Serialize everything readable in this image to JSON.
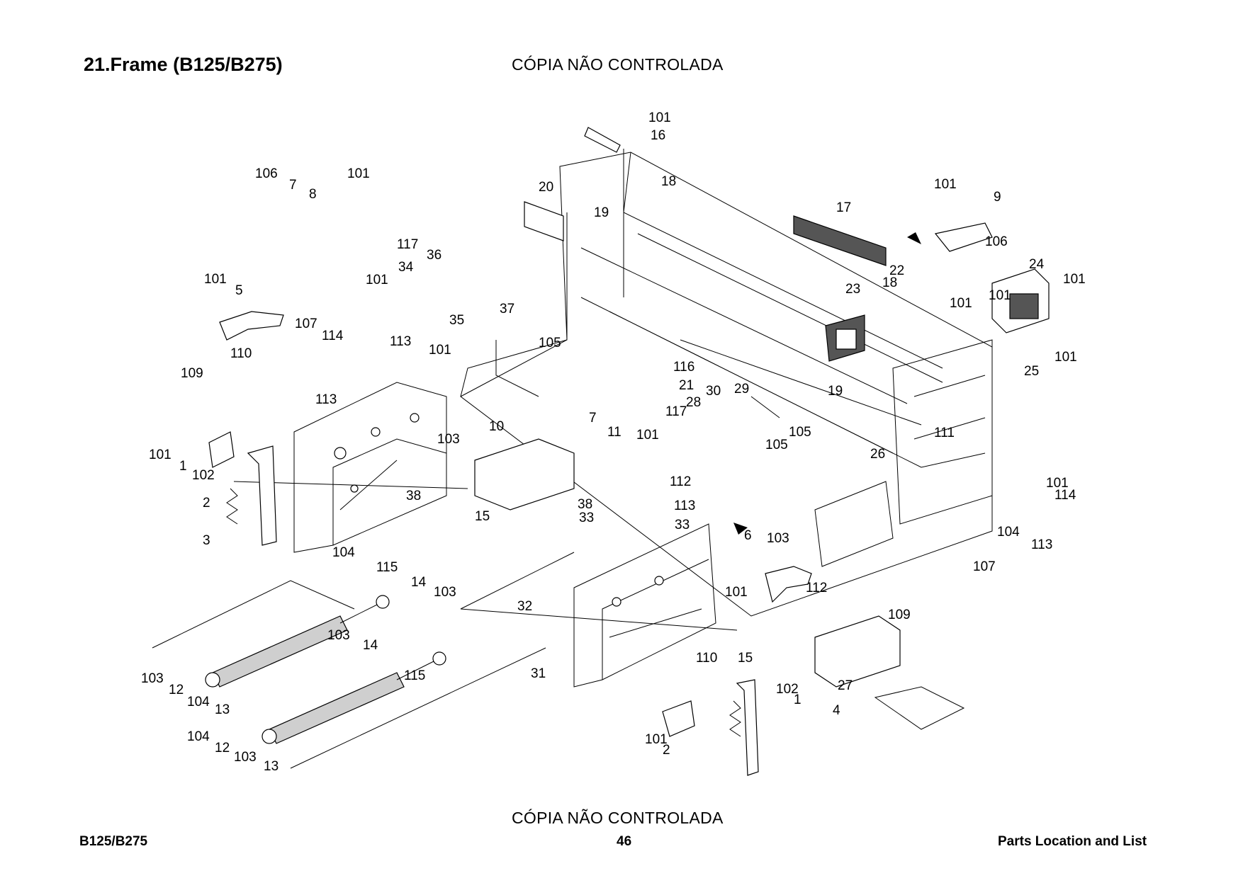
{
  "header": {
    "title": "21.Frame (B125/B275)",
    "watermark_top": "CÓPIA NÃO CONTROLADA"
  },
  "footer": {
    "watermark_bottom": "CÓPIA NÃO CONTROLADA",
    "model": "B125/B275",
    "page_number": "46",
    "section": "Parts Location and List"
  },
  "callouts": [
    "101",
    "16",
    "106",
    "7",
    "8",
    "101",
    "20",
    "19",
    "18",
    "117",
    "36",
    "34",
    "101",
    "37",
    "35",
    "101",
    "5",
    "107",
    "114",
    "110",
    "113",
    "101",
    "105",
    "116",
    "21",
    "109",
    "113",
    "10",
    "103",
    "101",
    "1",
    "102",
    "2",
    "3",
    "38",
    "15",
    "7",
    "11",
    "101",
    "112",
    "113",
    "33",
    "33",
    "38",
    "104",
    "115",
    "14",
    "103",
    "103",
    "14",
    "115",
    "32",
    "31",
    "103",
    "12",
    "104",
    "13",
    "104",
    "12",
    "103",
    "13",
    "17",
    "101",
    "9",
    "106",
    "24",
    "101",
    "22",
    "18",
    "23",
    "101",
    "101",
    "19",
    "25",
    "101",
    "28",
    "30",
    "29",
    "117",
    "105",
    "111",
    "105",
    "26",
    "101",
    "114",
    "104",
    "113",
    "107",
    "6",
    "103",
    "101",
    "112",
    "109",
    "110",
    "15",
    "27",
    "4",
    "102",
    "1",
    "101",
    "2"
  ],
  "colors": {
    "ink": "#000000",
    "paper": "#ffffff",
    "part_fill": "#cfcfcf"
  }
}
